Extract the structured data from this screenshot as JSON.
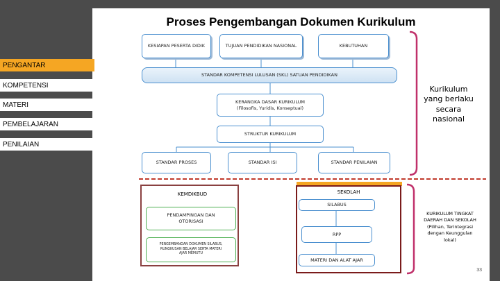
{
  "title": "Proses Pengembangan Dokumen Kurikulum",
  "sidebar": [
    {
      "label": "PENGANTAR",
      "active": true
    },
    {
      "label": "KOMPETENSI",
      "active": false
    },
    {
      "label": "MATERI",
      "active": false
    },
    {
      "label": "PEMBELAJARAN",
      "active": false
    },
    {
      "label": "PENILAIAN",
      "active": false
    }
  ],
  "boxes": {
    "kesiapan": "KESIAPAN PESERTA DIDIK",
    "tujuan": "TUJUAN PENDIDIKAN NASIONAL",
    "kebutuhan": "KEBUTUHAN",
    "skl": "STANDAR KOMPETENSI LULUSAN (SKL) SATUAN PENDIDIKAN",
    "kerangka": "KERANGKA DASAR KURIKULUM\n(Filosofis, Yuridis, Konseptual)",
    "struktur": "STRUKTUR KURIKULUM",
    "proses": "STANDAR PROSES",
    "isi": "STANDAR ISI",
    "penilaian": "STANDAR PENILAIAN",
    "pendampingan": "PENDAMPINGAN DAN\nOTORISASI",
    "pengembangan": "PENGEMBANGAN DOKUMEN SILABUS,\nRUNGKUSAN BELAJAR SERTA MATERI\nAJAR MEMUTU",
    "silabus": "SILABUS",
    "rpp": "RPP",
    "materi_ajar": "MATERI DAN ALAT AJAR"
  },
  "labels": {
    "kemdikbud": "KEMDIKBUD",
    "sekolah": "SEKOLAH",
    "nasional": "Kurikulum\nyang berlaku\nsecara\nnasional",
    "tingkat": "KURIKULUM TINGKAT\nDAERAH DAN SEKOLAH\n(Pilihan, Terintegrasi\ndengan Keunggulan\nlokal)"
  },
  "page_number": "33",
  "colors": {
    "box_border": "#4a8fcf",
    "active_tab": "#f5a623",
    "bracket": "#c0306a",
    "frame": "#7a1b1b",
    "dash": "#c0392b",
    "band": "#f5a623"
  }
}
